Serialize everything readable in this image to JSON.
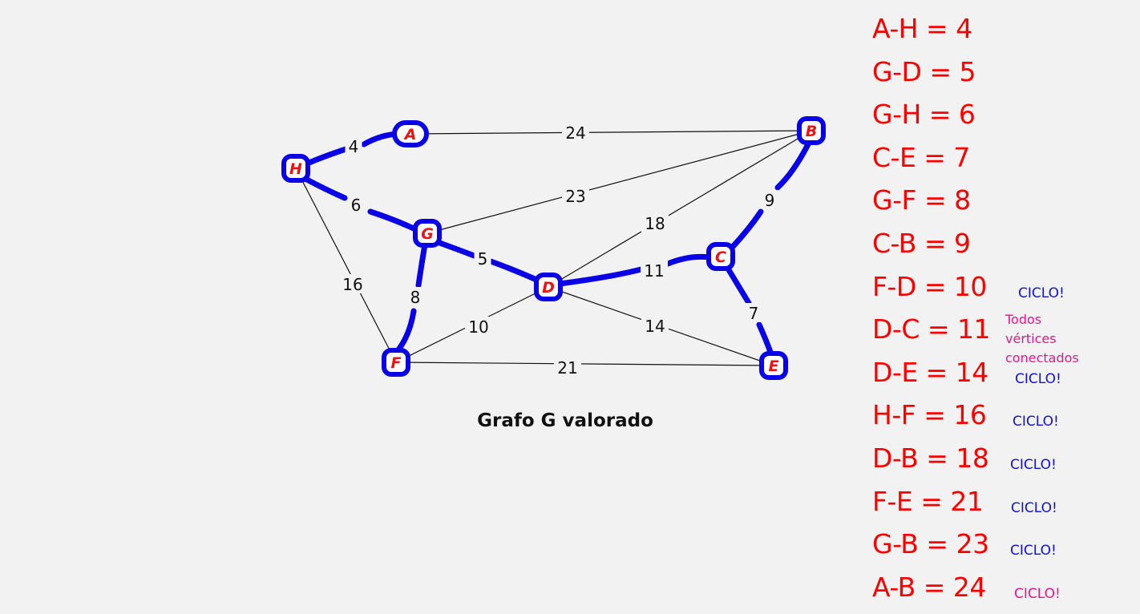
{
  "caption": "Grafo G valorado",
  "colors": {
    "mst_highlight": "#0a00e8",
    "node_letter": "#ee1111",
    "list_text": "#ff0000",
    "ciclo_note": "#1010dd",
    "magenta_note": "#e0188a"
  },
  "nodes": [
    {
      "id": "A",
      "label": "A"
    },
    {
      "id": "B",
      "label": "B"
    },
    {
      "id": "C",
      "label": "C"
    },
    {
      "id": "D",
      "label": "D"
    },
    {
      "id": "E",
      "label": "E"
    },
    {
      "id": "F",
      "label": "F"
    },
    {
      "id": "G",
      "label": "G"
    },
    {
      "id": "H",
      "label": "H"
    }
  ],
  "edges": [
    {
      "from": "A",
      "to": "H",
      "weight": "4",
      "in_tree": true
    },
    {
      "from": "G",
      "to": "D",
      "weight": "5",
      "in_tree": true
    },
    {
      "from": "G",
      "to": "H",
      "weight": "6",
      "in_tree": true
    },
    {
      "from": "C",
      "to": "E",
      "weight": "7",
      "in_tree": true
    },
    {
      "from": "G",
      "to": "F",
      "weight": "8",
      "in_tree": true
    },
    {
      "from": "C",
      "to": "B",
      "weight": "9",
      "in_tree": true
    },
    {
      "from": "F",
      "to": "D",
      "weight": "10",
      "in_tree": false
    },
    {
      "from": "D",
      "to": "C",
      "weight": "11",
      "in_tree": true
    },
    {
      "from": "D",
      "to": "E",
      "weight": "14",
      "in_tree": false
    },
    {
      "from": "H",
      "to": "F",
      "weight": "16",
      "in_tree": false
    },
    {
      "from": "D",
      "to": "B",
      "weight": "18",
      "in_tree": false
    },
    {
      "from": "F",
      "to": "E",
      "weight": "21",
      "in_tree": false
    },
    {
      "from": "G",
      "to": "B",
      "weight": "23",
      "in_tree": false
    },
    {
      "from": "A",
      "to": "B",
      "weight": "24",
      "in_tree": false
    }
  ],
  "edge_list": [
    {
      "text": "A-H = 4",
      "note": "",
      "note_color": ""
    },
    {
      "text": "G-D = 5",
      "note": "",
      "note_color": ""
    },
    {
      "text": "G-H = 6",
      "note": "",
      "note_color": ""
    },
    {
      "text": "C-E = 7",
      "note": "",
      "note_color": ""
    },
    {
      "text": "G-F = 8",
      "note": "",
      "note_color": ""
    },
    {
      "text": "C-B = 9",
      "note": "",
      "note_color": ""
    },
    {
      "text": "F-D = 10",
      "note": "CICLO!",
      "note_color": "#1010dd"
    },
    {
      "text": "D-C = 11",
      "note": "Todos vértices conectados",
      "note_color": "#e0188a"
    },
    {
      "text": "D-E = 14",
      "note": "CICLO!",
      "note_color": "#1010dd"
    },
    {
      "text": "H-F = 16",
      "note": "CICLO!",
      "note_color": "#1010dd"
    },
    {
      "text": "D-B = 18",
      "note": "CICLO!",
      "note_color": "#1010dd"
    },
    {
      "text": "F-E = 21",
      "note": "CICLO!",
      "note_color": "#1010dd"
    },
    {
      "text": "G-B = 23",
      "note": "CICLO!",
      "note_color": "#1010dd"
    },
    {
      "text": "A-B = 24",
      "note": "CICLO!",
      "note_color": "#e0188a"
    }
  ]
}
